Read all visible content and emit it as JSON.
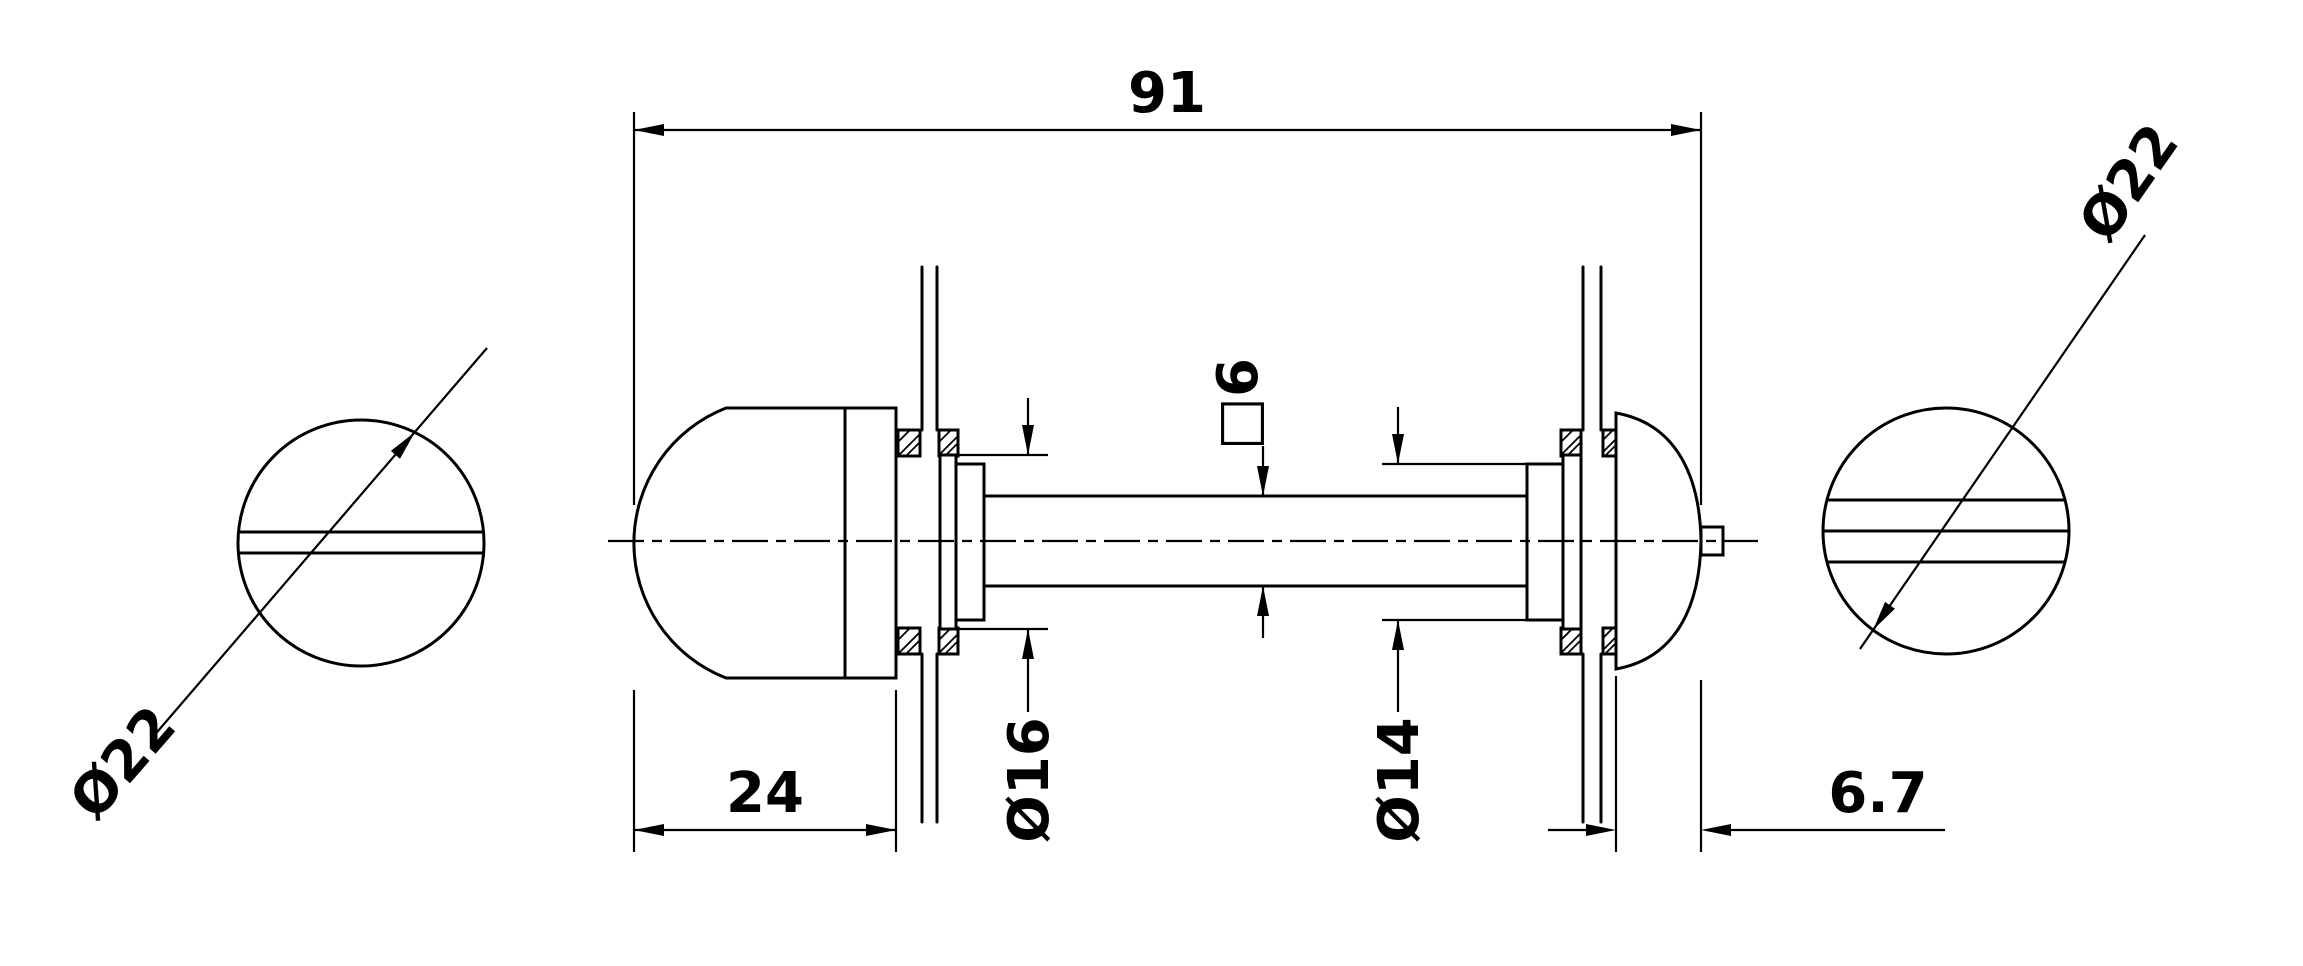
{
  "drawing": {
    "type": "technical-drawing",
    "subject": "glass door knob assembly - three views",
    "background_color": "#ffffff",
    "line_color": "#000000",
    "front_view": {
      "diameter": "Ø22"
    },
    "back_view": {
      "diameter": "Ø22"
    },
    "side_view": {
      "overall_length": "91",
      "knob_depth": "24",
      "collar_left_diameter": "Ø16",
      "spindle_square": "□6",
      "collar_right_diameter": "Ø14",
      "cap_projection": "6.7"
    }
  }
}
